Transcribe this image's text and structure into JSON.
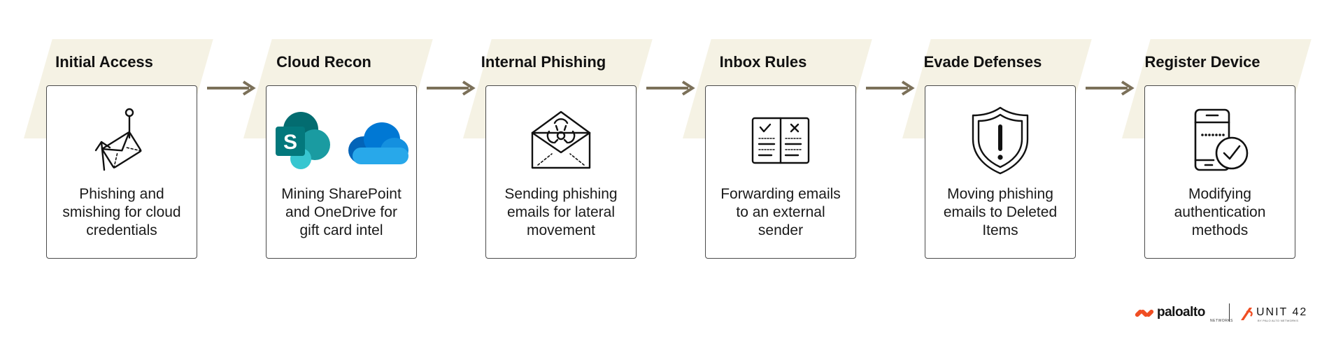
{
  "stages": [
    {
      "title": "Initial Access",
      "description": "Phishing and\nsmishing for cloud\ncredentials",
      "icon": "phishing-hook-envelope-icon"
    },
    {
      "title": "Cloud Recon",
      "description": "Mining SharePoint\nand OneDrive for\ngift card intel",
      "icon": "sharepoint-onedrive-icon"
    },
    {
      "title": "Internal Phishing",
      "description": "Sending phishing\nemails for lateral\nmovement",
      "icon": "biohazard-envelope-icon"
    },
    {
      "title": "Inbox Rules",
      "description": "Forwarding emails\nto an external\nsender",
      "icon": "rules-book-icon"
    },
    {
      "title": "Evade Defenses",
      "description": "Moving phishing\nemails to Deleted\nItems",
      "icon": "shield-alert-icon"
    },
    {
      "title": "Register Device",
      "description": "Modifying\nauthentication\nmethods",
      "icon": "phone-check-icon"
    }
  ],
  "colors": {
    "banner": "#f5f2e4",
    "arrow": "#7b7059",
    "card_border": "#4a4a4a",
    "paloalto_orange": "#f04e23"
  },
  "logos": {
    "paloalto_text": "paloalto",
    "paloalto_sub": "NETWORKS",
    "unit42_text": "UNIT 42",
    "unit42_sub": "BY PALO ALTO NETWORKS"
  }
}
